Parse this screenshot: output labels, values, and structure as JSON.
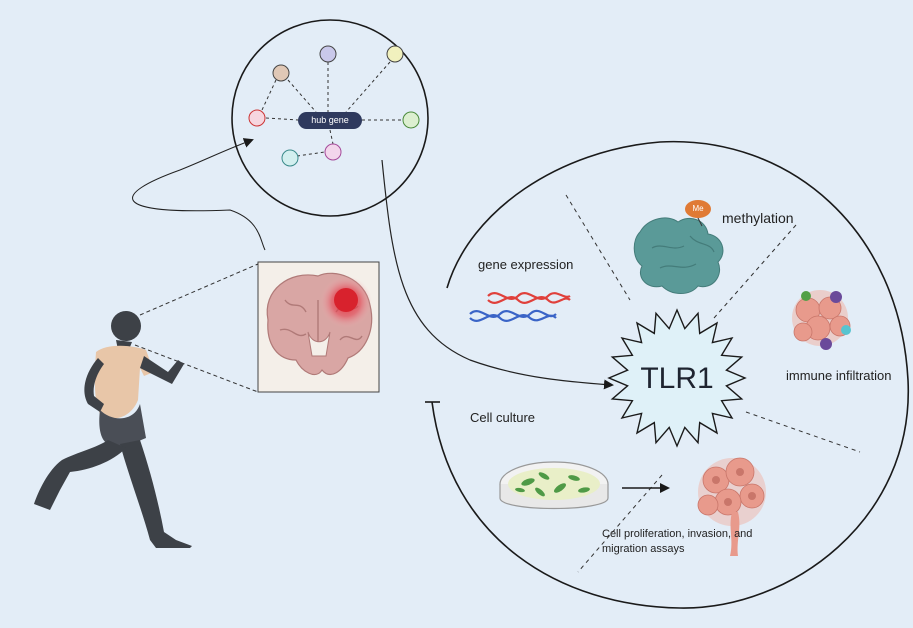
{
  "hub_network": {
    "hub_label": "hub gene",
    "node_colors": [
      "#e0c8b6",
      "#c9c8ea",
      "#f1f1be",
      "#f6d6df",
      "#dcefd0",
      "#f3d6ec",
      "#d3efef"
    ]
  },
  "center": {
    "label": "TLR1"
  },
  "labels": {
    "gene_expression": "gene expression",
    "methylation": "methylation",
    "methyl_tag": "Me",
    "immune_infiltration": "immune infiltration",
    "cell_culture": "Cell culture",
    "assays_line1": "Cell proliferation, invasion, and",
    "assays_line2": "migration assays"
  },
  "colors": {
    "background": "#e3edf7",
    "circle_stroke": "#1a1a1a",
    "hub_pill": "#2f3a5e",
    "star_fill": "#dff1f8",
    "protein": "#5a9a98",
    "dna_red": "#e0403b",
    "dna_blue": "#3a64c7",
    "tumor": "#e89a8c",
    "runner_skin": "#3d4147",
    "runner_shirt": "#e8c6a8"
  }
}
